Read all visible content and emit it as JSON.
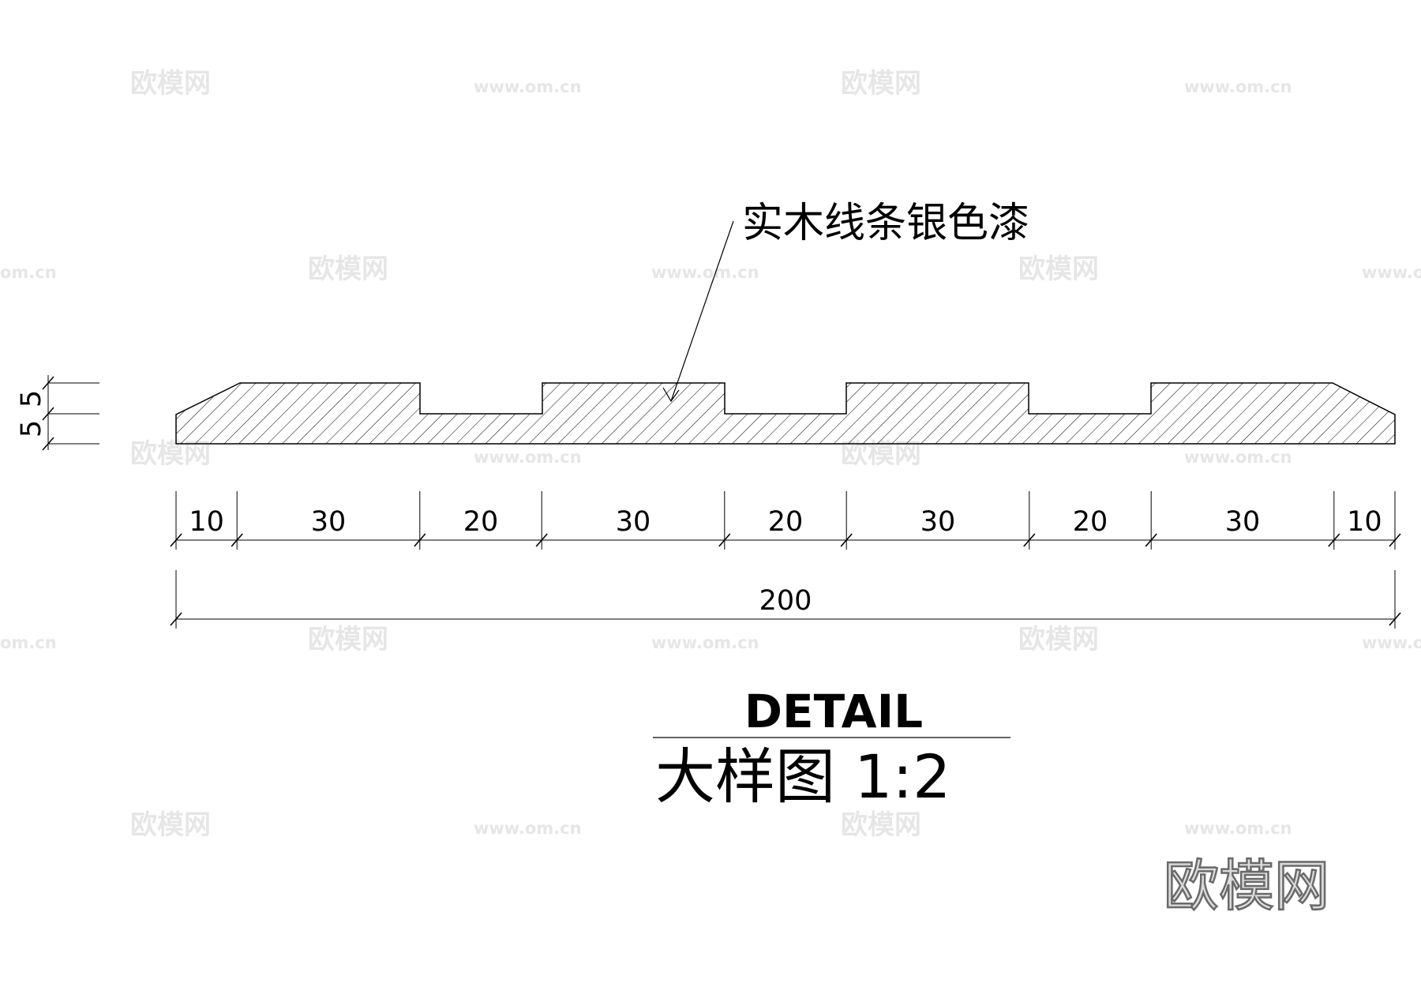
{
  "watermarks": {
    "site_name": "欧模网",
    "site_url": "www.om.cn",
    "site_url_partial": "om.cn"
  },
  "callout": {
    "text": "实木线条银色漆"
  },
  "vertical_dimensions": [
    "5",
    "5"
  ],
  "segment_dimensions": [
    "10",
    "30",
    "20",
    "30",
    "20",
    "30",
    "20",
    "30",
    "10"
  ],
  "overall_dimension": "200",
  "title": {
    "detail": "DETAIL",
    "scale_label": "大样图 1:2"
  },
  "logo": {
    "text": "欧模网"
  }
}
